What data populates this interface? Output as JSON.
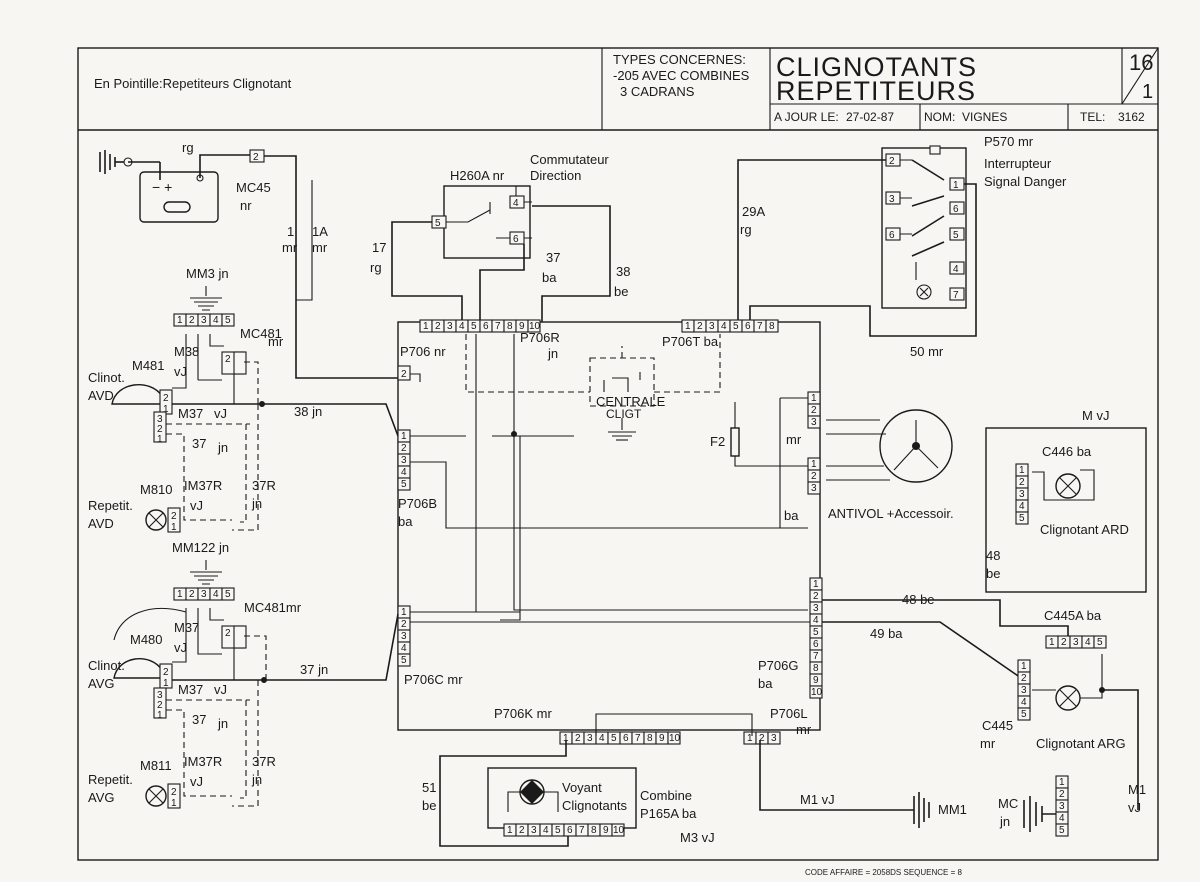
{
  "header": {
    "note": "En Pointille:Repetiteurs Clignotant",
    "types_line1": "TYPES CONCERNES:",
    "types_line2": "-205 AVEC COMBINES",
    "types_line3": "3 CADRANS",
    "title_line1": "CLIGNOTANTS",
    "title_line2": "REPETITEURS",
    "page_num": "16",
    "page_sub": "1",
    "a_jour_label": "A JOUR LE:",
    "a_jour_value": "27-02-87",
    "nom_label": "NOM:",
    "nom_value": "VIGNES",
    "tel_label": "TEL:",
    "tel_value": "3162"
  },
  "footer": {
    "code": "CODE AFFAIRE = 2058DS SEQUENCE = 8"
  },
  "labels": {
    "rg_top": "rg",
    "mc45": "MC45",
    "mc45_c": "nr",
    "w1": "1",
    "w1c": "mr",
    "w1a": "1A",
    "w1ac": "mr",
    "h260a": "H260A nr",
    "commutateur": "Commutateur",
    "direction": "Direction",
    "w17": "17",
    "w17c": "rg",
    "w37": "37",
    "w37c": "ba",
    "w38": "38",
    "w38c": "be",
    "w29a": "29A",
    "w29ac": "rg",
    "p570": "P570 mr",
    "interrupteur": "Interrupteur",
    "signal_danger": "Signal Danger",
    "w50": "50 mr",
    "mm3": "MM3 jn",
    "mc481_top": "MC481",
    "mc481_top_c": "mr",
    "m481": "M481",
    "m38": "M38",
    "m38c": "vJ",
    "clinot_avd1": "Clinot.",
    "clinot_avd2": "AVD",
    "m37_top": "M37",
    "m37_top_c": "vJ",
    "w37_top": "37",
    "w37_top_c": "jn",
    "w38jn": "38 jn",
    "p706nr": "P706 nr",
    "p706r": "P706R",
    "p706r_c": "jn",
    "p706t": "P706T ba",
    "centrale1": "CENTRALE",
    "centrale2": "CLIGT",
    "f2": "F2",
    "mr_antivol": "mr",
    "m810": "M810",
    "repetit_avd1": "Repetit.",
    "repetit_avd2": "AVD",
    "im37r_top": "IM37R",
    "im37r_top_c": "vJ",
    "w37r_top": "37R",
    "w37r_top_c": "jn",
    "p706b": "P706B",
    "p706b_c": "ba",
    "ba_antivol": "ba",
    "antivol": "ANTIVOL +Accessoir.",
    "mvj": "M vJ",
    "c446": "C446 ba",
    "clignotant_ard": "Clignotant ARD",
    "w48": "48",
    "w48c": "be",
    "mm122": "MM122 jn",
    "mc481_bot": "MC481mr",
    "m480": "M480",
    "m37_mid": "M37",
    "m37_mid_c": "vJ",
    "clinot_avg1": "Clinot.",
    "clinot_avg2": "AVG",
    "m37_bot": "M37",
    "m37_bot_c": "vJ",
    "w37_bot": "37",
    "w37_bot_c": "jn",
    "w37jn": "37 jn",
    "p706c": "P706C mr",
    "w48be": "48 be",
    "w49ba": "49 ba",
    "c445a": "C445A ba",
    "p706g": "P706G",
    "p706g_c": "ba",
    "c445": "C445",
    "c445_c": "mr",
    "clignotant_arg": "Clignotant ARG",
    "p706k": "P706K mr",
    "p706l": "P706L",
    "p706l_c": "mr",
    "m811": "M811",
    "repetit_avg1": "Repetit.",
    "repetit_avg2": "AVG",
    "im37r_bot": "IM37R",
    "im37r_bot_c": "vJ",
    "w37r_bot": "37R",
    "w37r_bot_c": "jn",
    "w51": "51",
    "w51c": "be",
    "voyant1": "Voyant",
    "voyant2": "Clignotants",
    "combine": "Combine",
    "p165a": "P165A ba",
    "m3vj": "M3 vJ",
    "m1vj": "M1 vJ",
    "mm1": "MM1",
    "mc": "MC",
    "mc_c": "jn",
    "m1": "M1",
    "m1c": "vJ"
  },
  "connectors": {
    "pins10": [
      "1",
      "2",
      "3",
      "4",
      "5",
      "6",
      "7",
      "8",
      "9",
      "10"
    ],
    "pins8": [
      "1",
      "2",
      "3",
      "4",
      "5",
      "6",
      "7",
      "8"
    ],
    "pins5": [
      "1",
      "2",
      "3",
      "4",
      "5"
    ],
    "pins3": [
      "1",
      "2",
      "3"
    ],
    "p570_pins": [
      "2",
      "3",
      "6",
      "5",
      "4",
      "7",
      "1"
    ],
    "h260_pins": [
      "5",
      "4",
      "6"
    ]
  }
}
